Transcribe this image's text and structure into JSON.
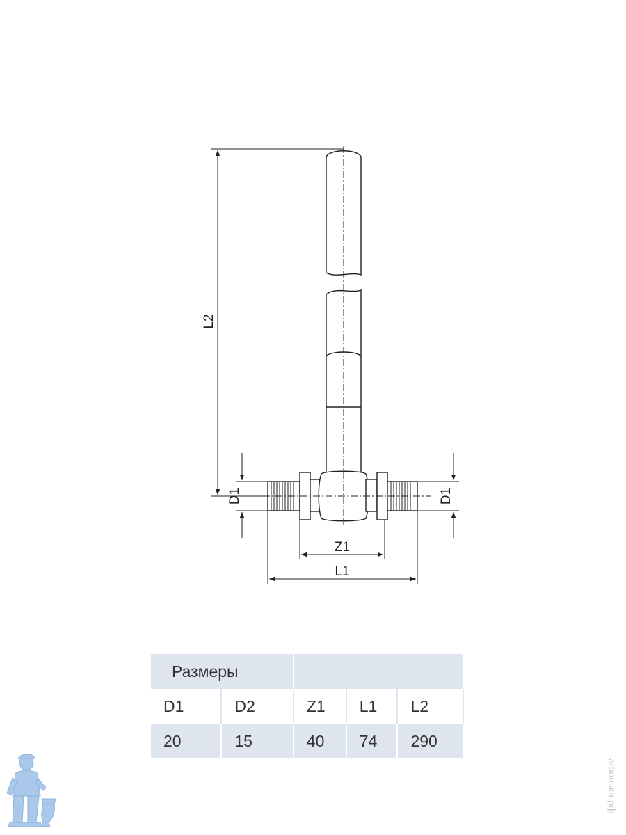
{
  "diagram": {
    "labels": {
      "l2": "L2",
      "d1_left": "D1",
      "d1_right": "D1",
      "z1": "Z1",
      "l1": "L1"
    },
    "line_color": "#222222"
  },
  "table": {
    "title": "Размеры",
    "headers": [
      "D1",
      "D2",
      "Z1",
      "L1",
      "L2"
    ],
    "values": [
      "20",
      "15",
      "40",
      "74",
      "290"
    ],
    "header_bg": "#dfe5ef"
  },
  "watermark": {
    "text": "афонька.рф"
  },
  "mascot": {
    "icon": "plumber-mascot-icon",
    "color": "#a9c8ea"
  }
}
